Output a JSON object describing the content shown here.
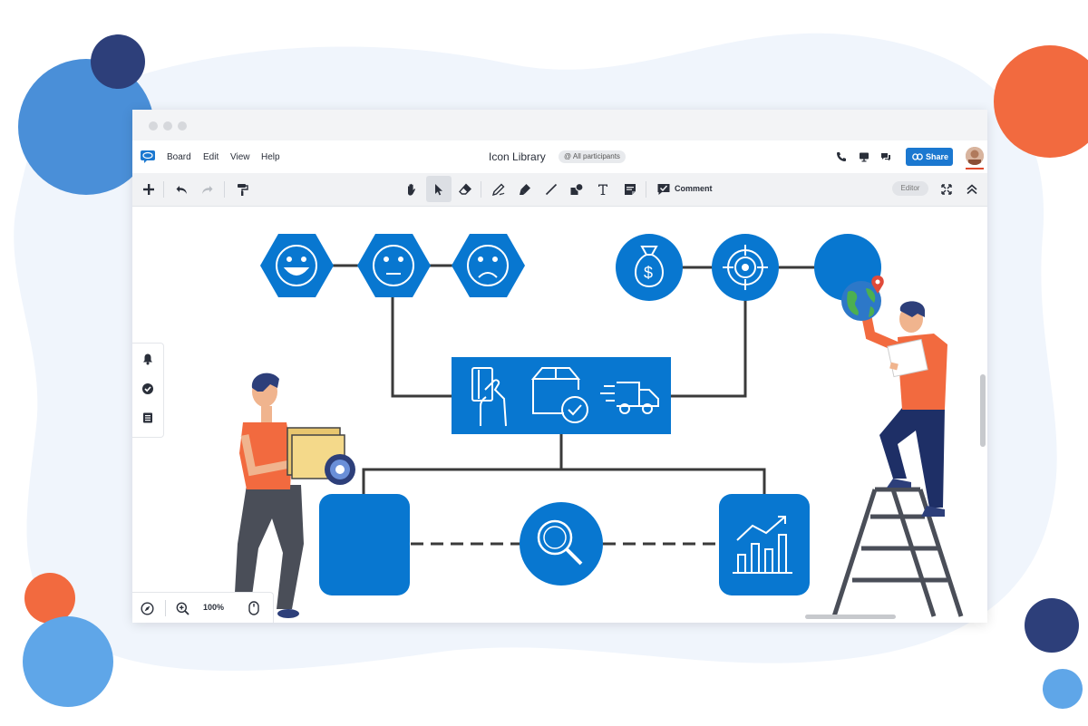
{
  "app": {
    "title": "Icon Library",
    "participants_label": "@ All participants"
  },
  "menu": {
    "items": [
      "Board",
      "Edit",
      "View",
      "Help"
    ]
  },
  "header_right": {
    "icons": [
      "phone-icon",
      "presentation-icon",
      "chat-icon"
    ],
    "share_label": "Share"
  },
  "toolbar": {
    "left_tools": [
      "add-icon",
      "undo-icon",
      "redo-icon",
      "format-painter-icon"
    ],
    "center_tools": [
      "hand-icon",
      "pointer-icon",
      "eraser-icon",
      "pen-icon",
      "highlighter-icon",
      "line-icon",
      "shapes-icon",
      "text-icon",
      "sticky-note-icon"
    ],
    "comment_label": "Comment",
    "editor_label": "Editor",
    "right_tools": [
      "fullscreen-icon",
      "collapse-icon"
    ]
  },
  "side_panel": {
    "icons": [
      "bell-icon",
      "check-circle-icon",
      "list-icon"
    ]
  },
  "zoom": {
    "value": "100%"
  },
  "colors": {
    "primary_blue": "#0877d0",
    "accent_orange": "#f26a3f",
    "navy": "#2d3f7a",
    "share_button": "#1b78d0"
  },
  "diagram": {
    "hexagon_icons": [
      "smile-icon",
      "neutral-face-icon",
      "sad-face-icon"
    ],
    "circle_icons": [
      "money-bag-icon",
      "target-icon",
      "globe-icon"
    ],
    "center_box_icons": [
      "card-payment-icon",
      "package-check-icon",
      "delivery-truck-icon"
    ],
    "bottom_icons": [
      "rounded-square-shape",
      "search-icon",
      "growth-chart-icon"
    ]
  }
}
